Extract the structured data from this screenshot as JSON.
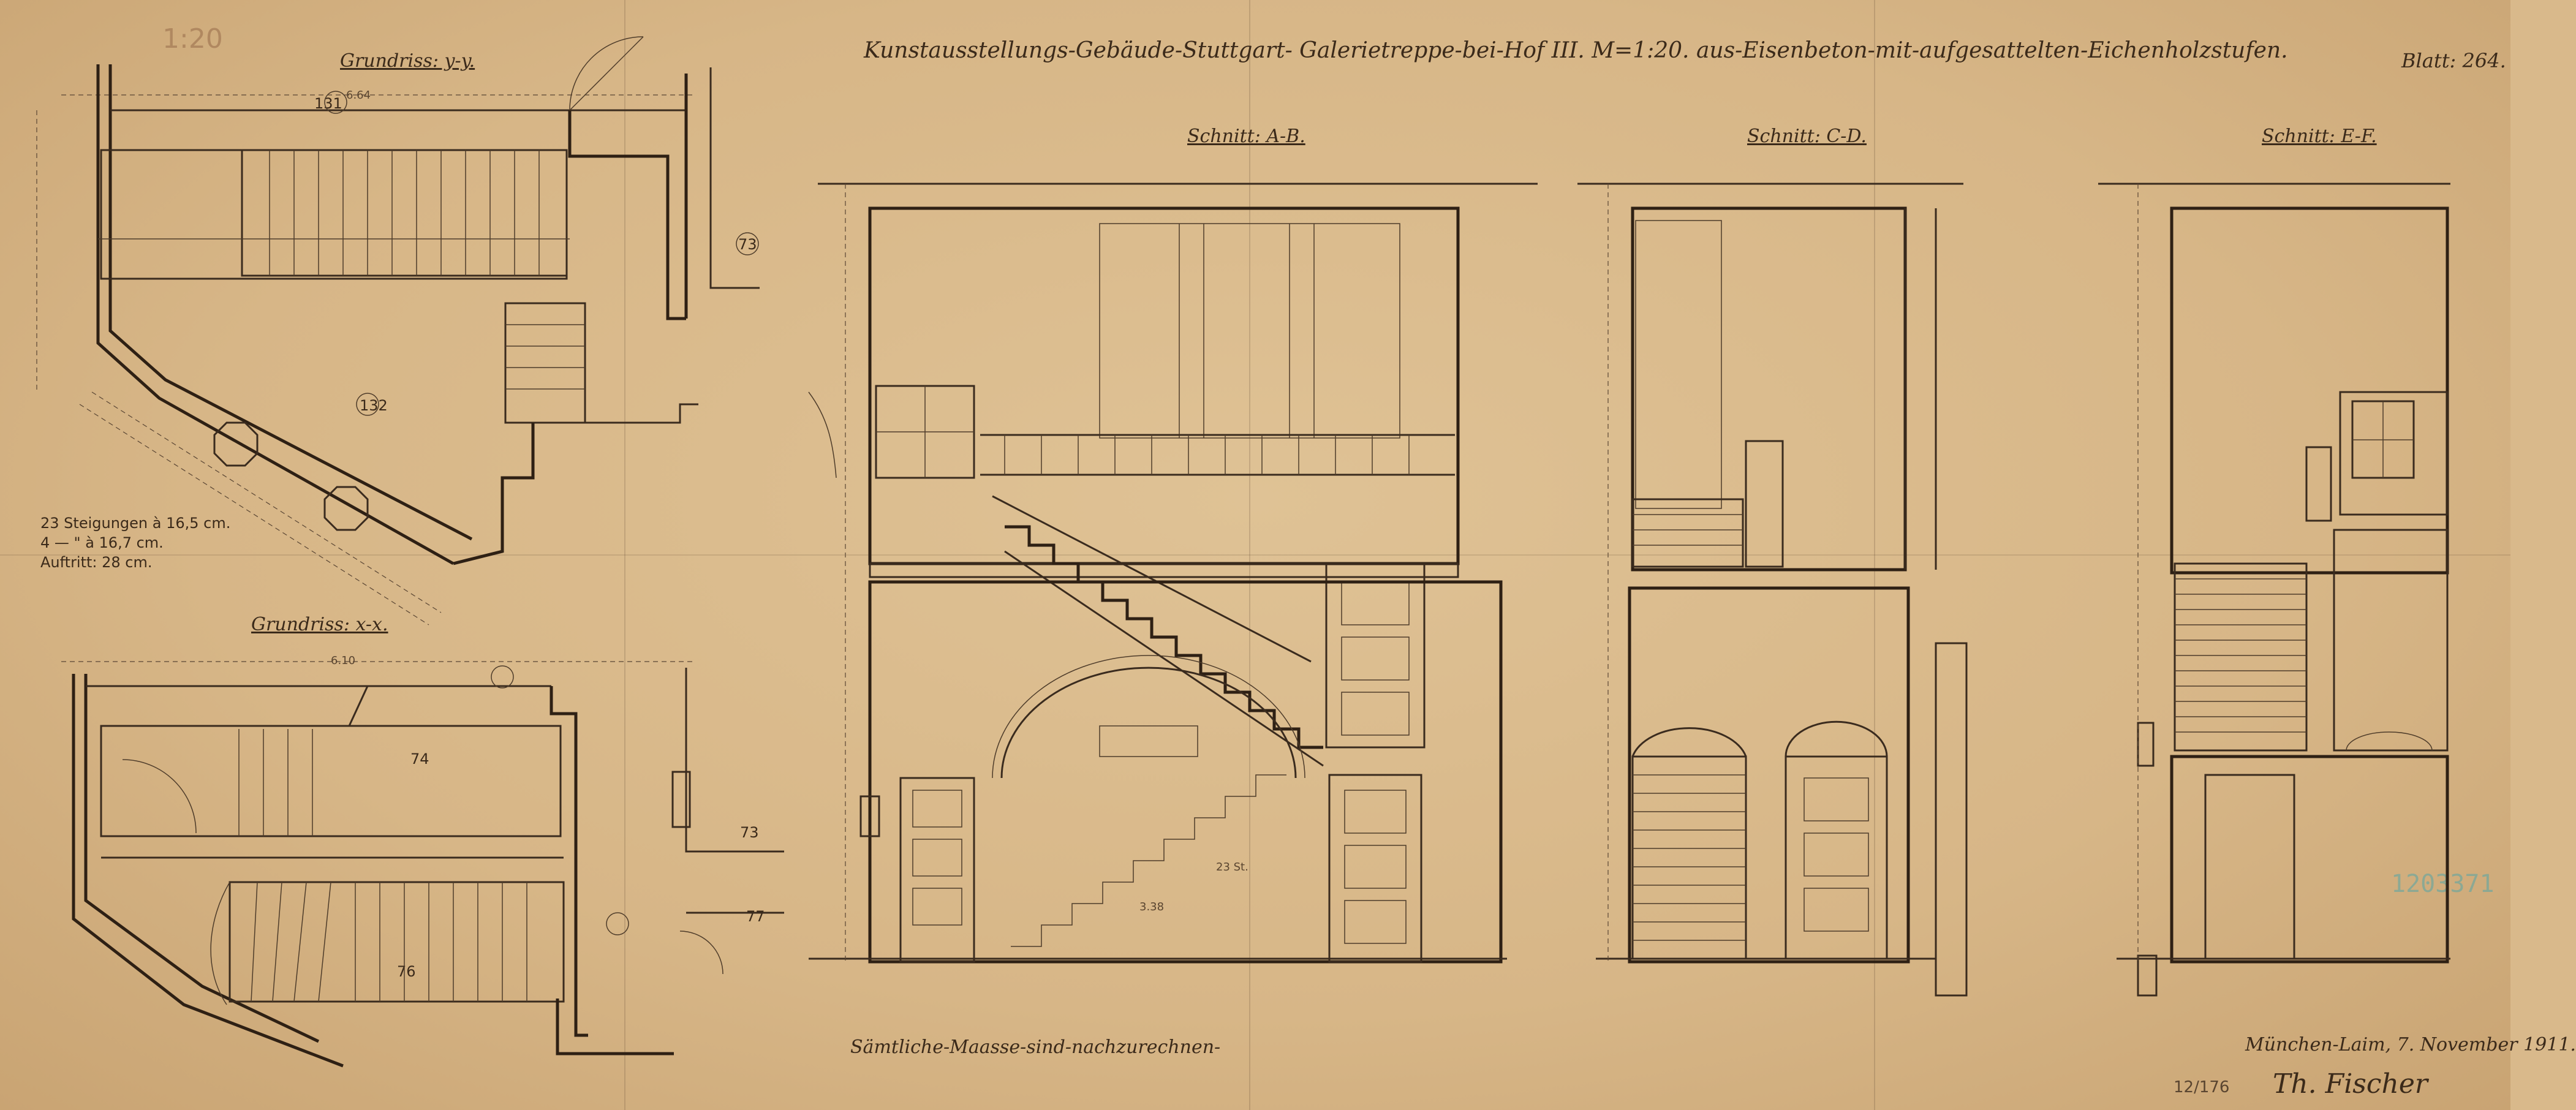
{
  "title": "Kunstausstellungs-Gebäude-Stuttgart- Galerietreppe-bei-Hof III. M=1:20. aus-Eisenbeton-mit-aufgesattelten-Eichenholzstufen.",
  "sheet_number": "Blatt: 264.",
  "scale_note": "1:20",
  "views": {
    "plan_upper": "Grundriss: y-y.",
    "plan_lower": "Grundriss: x-x.",
    "section_ab": "Schnitt: A-B.",
    "section_cd": "Schnitt: C-D.",
    "section_ef": "Schnitt: E-F."
  },
  "stair_notes": [
    "23 Steigungen à 16,5 cm.",
    "4 — \" à 16,7 cm.",
    "Auftritt: 28 cm."
  ],
  "room_numbers": [
    "131",
    "132",
    "73",
    "74",
    "76",
    "73",
    "77"
  ],
  "dimensions": {
    "plan_upper_width": "6.64",
    "plan_lower_width": "6.10",
    "section_ab_run": "3.38",
    "step_heights": "23 St."
  },
  "footer_left": "Sämtliche-Maasse-sind-nachzurechnen-",
  "footer_right": "München-Laim, 7. November 1911.",
  "signature": "Th. Fischer",
  "archive_stamp": "1203371",
  "archive_ref": "12/176"
}
